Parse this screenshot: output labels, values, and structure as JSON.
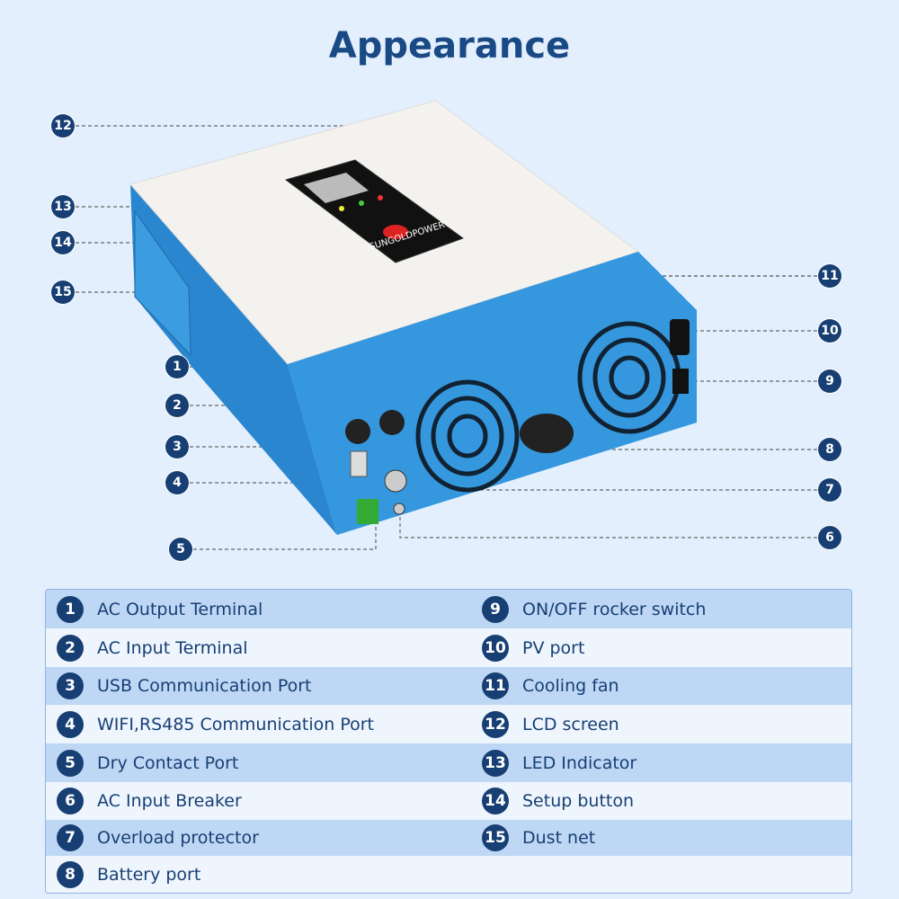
{
  "title": "Appearance",
  "brand": "SUNGOLDPOWER",
  "colors": {
    "title": "#1a4a86",
    "badge": "#173f74",
    "row_dark": "#bed7f5",
    "row_light": "#eef5fd",
    "device_blue": "#2f8fd8"
  },
  "items": [
    {
      "n": "1",
      "label": "AC Output Terminal"
    },
    {
      "n": "2",
      "label": "AC Input Terminal"
    },
    {
      "n": "3",
      "label": "USB Communication Port"
    },
    {
      "n": "4",
      "label": "WIFI,RS485 Communication Port"
    },
    {
      "n": "5",
      "label": "Dry Contact Port"
    },
    {
      "n": "6",
      "label": "AC Input Breaker"
    },
    {
      "n": "7",
      "label": "Overload protector"
    },
    {
      "n": "8",
      "label": "Battery port"
    },
    {
      "n": "9",
      "label": "ON/OFF rocker switch"
    },
    {
      "n": "10",
      "label": "PV port"
    },
    {
      "n": "11",
      "label": "Cooling fan"
    },
    {
      "n": "12",
      "label": "LCD screen"
    },
    {
      "n": "13",
      "label": "LED Indicator"
    },
    {
      "n": "14",
      "label": "Setup button"
    },
    {
      "n": "15",
      "label": "Dust net"
    }
  ]
}
